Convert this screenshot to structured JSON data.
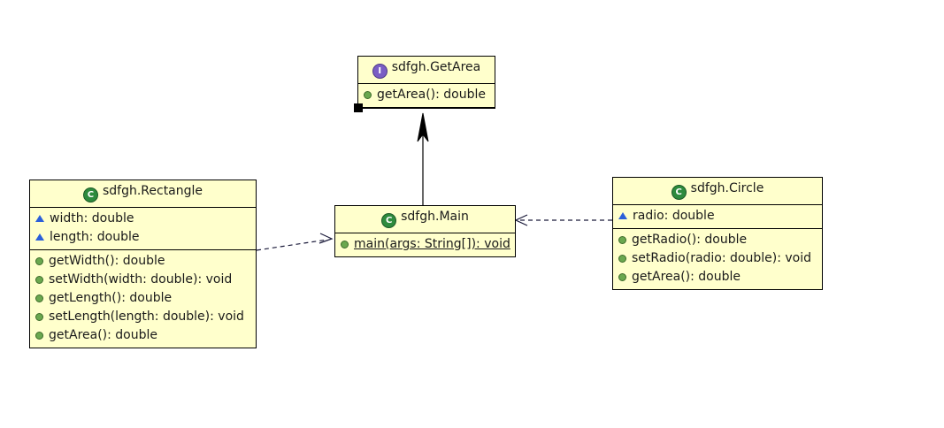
{
  "diagram": {
    "title": "UML Class Diagram",
    "background": "#ffffff",
    "box_fill": "#ffffcc",
    "box_border": "#000000",
    "interface_icon_color": "#7a5ec4",
    "class_icon_color": "#2e8b3d",
    "member_icon_color": "#6aa84f",
    "field_icon_color": "#2b5fd9"
  },
  "classes": {
    "getarea": {
      "name": "sdfgh.GetArea",
      "stereotype": "interface",
      "icon": "interface-icon",
      "icon_letter": "I",
      "selected": true,
      "fields": [],
      "methods": [
        {
          "label": "getArea(): double",
          "icon": "member-icon",
          "static": false
        }
      ]
    },
    "rectangle": {
      "name": "sdfgh.Rectangle",
      "stereotype": "class",
      "icon": "class-icon",
      "icon_letter": "C",
      "selected": false,
      "fields": [
        {
          "label": "width: double",
          "icon": "field-icon"
        },
        {
          "label": "length: double",
          "icon": "field-icon"
        }
      ],
      "methods": [
        {
          "label": "getWidth(): double",
          "icon": "member-icon",
          "static": false
        },
        {
          "label": "setWidth(width: double): void",
          "icon": "member-icon",
          "static": false
        },
        {
          "label": "getLength(): double",
          "icon": "member-icon",
          "static": false
        },
        {
          "label": "setLength(length: double): void",
          "icon": "member-icon",
          "static": false
        },
        {
          "label": "getArea(): double",
          "icon": "member-icon",
          "static": false
        }
      ]
    },
    "main": {
      "name": "sdfgh.Main",
      "stereotype": "class",
      "icon": "class-icon",
      "icon_letter": "C",
      "selected": false,
      "fields": [],
      "methods": [
        {
          "label": "main(args: String[]): void",
          "icon": "member-icon",
          "static": true
        }
      ]
    },
    "circle": {
      "name": "sdfgh.Circle",
      "stereotype": "class",
      "icon": "class-icon",
      "icon_letter": "C",
      "selected": false,
      "fields": [
        {
          "label": "radio: double",
          "icon": "field-icon"
        }
      ],
      "methods": [
        {
          "label": "getRadio(): double",
          "icon": "member-icon",
          "static": false
        },
        {
          "label": "setRadio(radio: double): void",
          "icon": "member-icon",
          "static": false
        },
        {
          "label": "getArea(): double",
          "icon": "member-icon",
          "static": false
        }
      ]
    }
  },
  "relations": [
    {
      "name": "main-to-getarea",
      "type": "generalization",
      "from": "main",
      "to": "getarea",
      "style": "solid",
      "arrow": "filled"
    },
    {
      "name": "rectangle-to-main",
      "type": "dependency",
      "from": "rectangle",
      "to": "main",
      "style": "dashed",
      "arrow": "open"
    },
    {
      "name": "circle-to-main",
      "type": "dependency",
      "from": "circle",
      "to": "main",
      "style": "dashed",
      "arrow": "open"
    }
  ]
}
